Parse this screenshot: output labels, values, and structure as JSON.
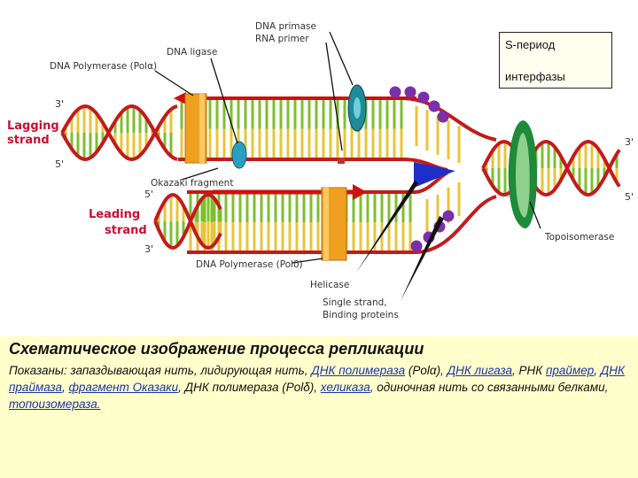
{
  "diagram": {
    "labels": {
      "dna_primase": "DNA primase",
      "rna_primer": "RNA primer",
      "dna_ligase": "DNA ligase",
      "dna_polymerase_alpha": "DNA Polymerase (Polα)",
      "lagging_strand": "Lagging strand",
      "leading_strand": "Leading strand",
      "okazaki_fragment": "Okazaki fragment",
      "dna_polymerase_delta": "DNA Polymerase (Polδ)",
      "helicase": "Helicase",
      "single_strand_binding": "Single strand, Binding proteins",
      "topoisomerase": "Topoisomerase"
    },
    "ends": {
      "lagging_top": "3'",
      "lagging_bottom": "5'",
      "leading_top": "5'",
      "leading_bottom": "3'",
      "right_top": "3'",
      "right_bottom": "5'"
    },
    "colors": {
      "backbone": "#c41a1a",
      "base_green": "#7cbf2e",
      "base_yellow": "#e8c43a",
      "polymerase": "#f0a020",
      "primase": "#1f8a99",
      "ssb": "#7b2fa8",
      "helicase": "#1c2fc8",
      "topoisomerase": "#1e8a3a",
      "new_strand_arrow": "#cc1111"
    }
  },
  "period_box": {
    "line1": "S-период",
    "line2": "интерфазы"
  },
  "caption": {
    "title": "Схематическое изображение процесса репликации",
    "parts": {
      "p01": "Показаны: запаздывающая нить, лидирующая нить, ",
      "p02": "ДНК полимераза",
      "p03": " (Polα), ",
      "p04": "ДНК лигаза",
      "p05": ", РНК ",
      "p06": "праймер",
      "p07": ", ",
      "p08": "ДНК праймаза",
      "p09": ", ",
      "p10": "фрагмент Оказаки",
      "p11": ", ДНК полимераза (Polδ), ",
      "p12": "хеликаза",
      "p13": ", одиночная нить со связанными белками, ",
      "p14": "топоизомераза."
    }
  }
}
